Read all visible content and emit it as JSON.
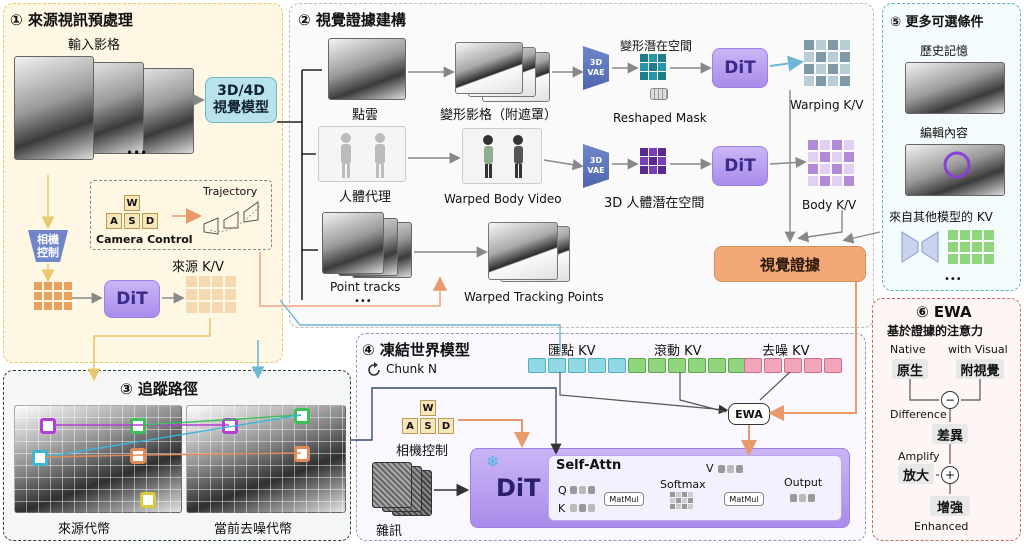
{
  "panels": {
    "p1": {
      "title": "① 來源視訊預處理"
    },
    "p2": {
      "title": "② 視覺證據建構"
    },
    "p3": {
      "title": "③ 追蹤路徑"
    },
    "p4": {
      "title": "④ 凍結世界模型"
    },
    "p5": {
      "title": "⑤ 更多可選條件"
    },
    "p6": {
      "title": "⑥ EWA",
      "subtitle": "基於證據的注意力"
    }
  },
  "p1": {
    "input_label": "輸入影格",
    "dots": "•••",
    "model_box": "3D/4D\n視覺模型",
    "trajectory": "Trajectory",
    "camera_control": "Camera Control",
    "keys": [
      "W",
      "A",
      "S",
      "D"
    ],
    "cam_ctrl_zh": "相機\n控制",
    "dit": "DiT",
    "source_kv": "來源 K/V"
  },
  "p2": {
    "point_cloud": "點雲",
    "warped_frames": "變形影格（附遮罩）",
    "vae": "3D\nVAE",
    "deform_latent": "變形潛在空間",
    "reshaped_mask": "Reshaped Mask",
    "dit": "DiT",
    "warping_kv": "Warping K/V",
    "human_proxy": "人體代理",
    "warped_body": "Warped Body Video",
    "body_latent": "3D 人體潛在空間",
    "body_kv": "Body K/V",
    "point_tracks": "Point tracks",
    "dots": "•••",
    "warped_tracking": "Warped Tracking Points",
    "visual_evidence": "視覺證據"
  },
  "p3": {
    "source_frame": "來源代幣",
    "current_frame": "當前去噪代幣"
  },
  "p4": {
    "chunk": "Chunk N",
    "sink_kv": "匯點 KV",
    "rolling_kv": "滾動 KV",
    "denoise_kv": "去噪 KV",
    "ewa": "EWA",
    "keys": [
      "W",
      "A",
      "S",
      "D"
    ],
    "cam_ctrl": "相機控制",
    "noise": "雜訊",
    "dit": "DiT",
    "self_attn": "Self-Attn",
    "q": "Q",
    "k": "K",
    "v": "V",
    "matmul1": "MatMul",
    "softmax": "Softmax",
    "matmul2": "MatMul",
    "output": "Output"
  },
  "p5": {
    "history": "歷史記憶",
    "edit": "編輯內容",
    "other_kv": "來自其他模型的 KV",
    "dots": "•••"
  },
  "p6": {
    "native_en": "Native",
    "visual_en": "with Visual",
    "native_zh": "原生",
    "visual_zh": "附視覺",
    "difference_en": "Difference",
    "difference_zh": "差異",
    "amplify_en": "Amplify",
    "amplify_zh": "放大",
    "enhanced_zh": "增強",
    "enhanced_en": "Enhanced",
    "minus": "−",
    "plus": "+"
  },
  "colors": {
    "p1": "#f7e4a8",
    "p2": "#bdbdbd",
    "p3": "#2f3f3a",
    "p4": "#9c8fd0",
    "p5": "#5fb3c0",
    "p6": "#c96a5a",
    "sink": "#8fd8e4",
    "rolling": "#8fd67f",
    "denoise": "#f0a6b8",
    "evidence": "#f2a877"
  }
}
